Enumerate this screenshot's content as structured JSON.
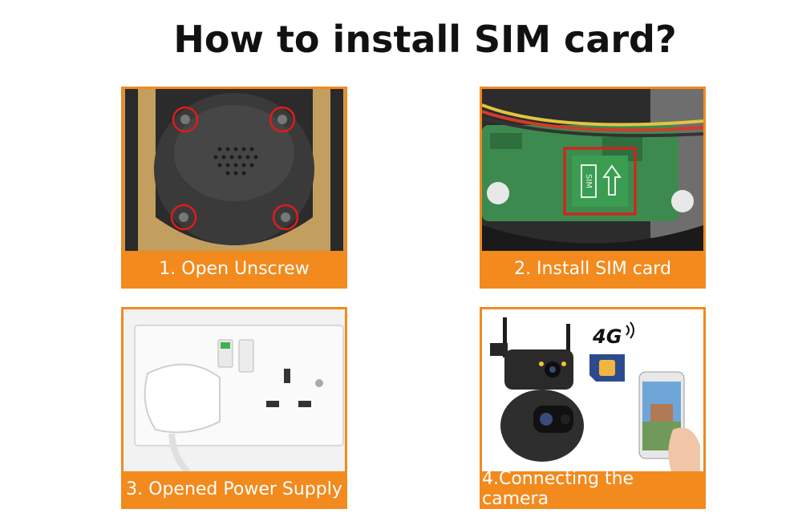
{
  "title": "How to install SIM card?",
  "steps": [
    {
      "caption": "1. Open Unscrew"
    },
    {
      "caption": "2. Install SIM card"
    },
    {
      "caption": "3. Opened Power Supply"
    },
    {
      "caption": "4.Connecting the camera"
    }
  ],
  "badges": {
    "network": "4G",
    "sim_label": "SIM"
  },
  "colors": {
    "accent": "#f28a1e",
    "highlight": "#e01b1b"
  }
}
